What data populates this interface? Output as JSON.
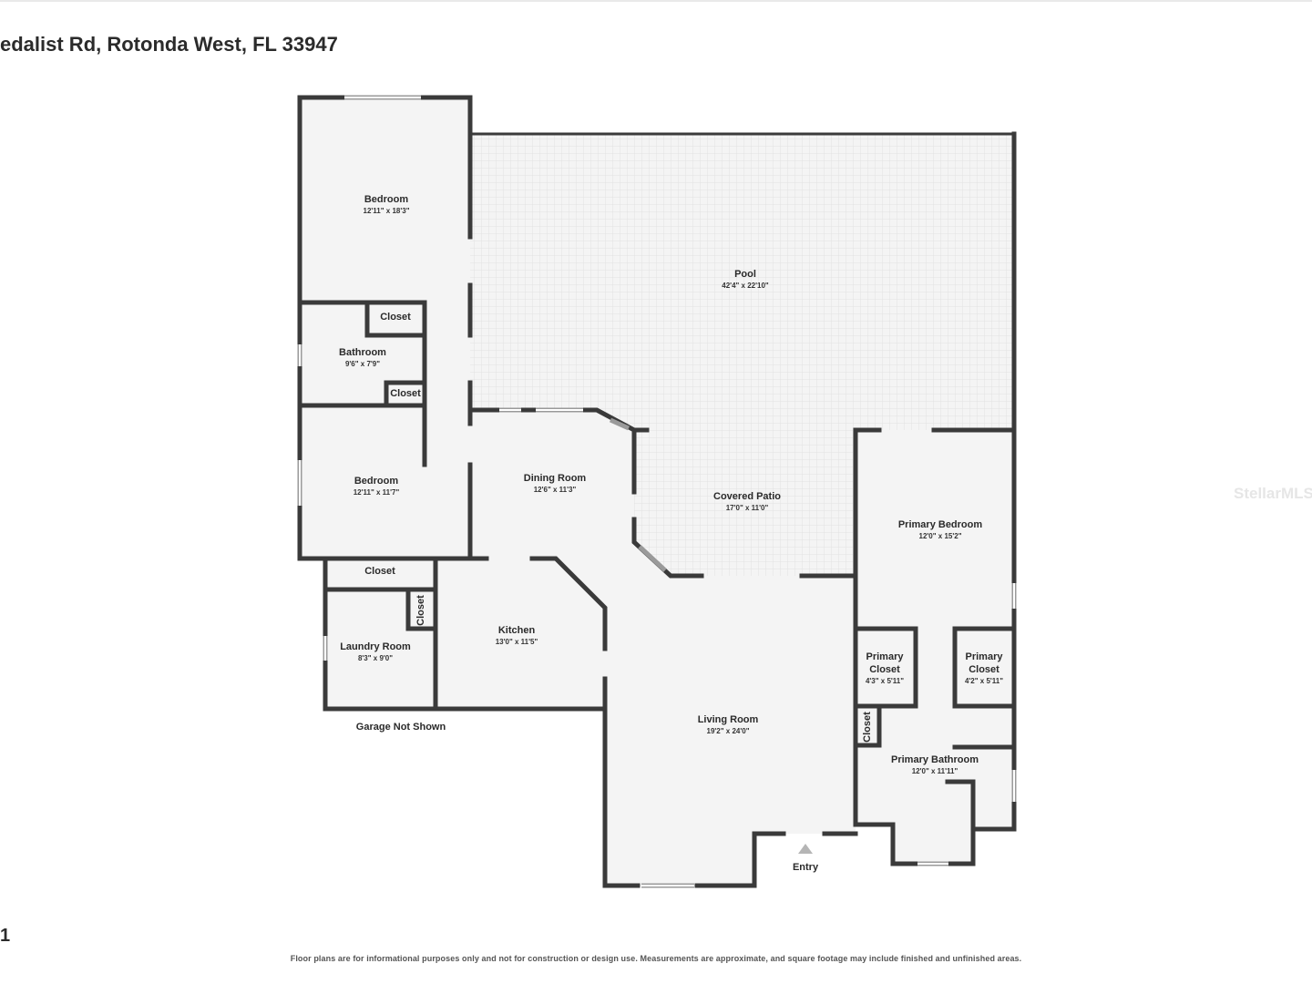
{
  "header": {
    "address": "edalist Rd, Rotonda West, FL 33947"
  },
  "floor_number": "1",
  "watermark": "StellarMLS",
  "footer": {
    "disclaimer": "Floor plans are for informational purposes only and not for construction or design use. Measurements are approximate, and square footage may include finished and unfinished areas."
  },
  "rooms": {
    "bedroom_1": {
      "name": "Bedroom",
      "dims": "12'11\" x 18'3\""
    },
    "closet_1": {
      "name": "Closet"
    },
    "bathroom": {
      "name": "Bathroom",
      "dims": "9'6\" x 7'9\""
    },
    "closet_2": {
      "name": "Closet"
    },
    "bedroom_2": {
      "name": "Bedroom",
      "dims": "12'11\" x 11'7\""
    },
    "closet_3": {
      "name": "Closet"
    },
    "closet_4": {
      "name": "Closet"
    },
    "laundry": {
      "name": "Laundry Room",
      "dims": "8'3\" x 9'0\""
    },
    "garage_note": {
      "name": "Garage Not Shown"
    },
    "pool": {
      "name": "Pool",
      "dims": "42'4\" x 22'10\""
    },
    "dining": {
      "name": "Dining Room",
      "dims": "12'6\" x 11'3\""
    },
    "covered_patio": {
      "name": "Covered Patio",
      "dims": "17'0\" x 11'0\""
    },
    "kitchen": {
      "name": "Kitchen",
      "dims": "13'0\" x 11'5\""
    },
    "living": {
      "name": "Living Room",
      "dims": "19'2\" x 24'0\""
    },
    "entry": {
      "name": "Entry"
    },
    "primary_bedroom": {
      "name": "Primary Bedroom",
      "dims": "12'0\" x 15'2\""
    },
    "primary_closet_left": {
      "name_line1": "Primary",
      "name_line2": "Closet",
      "dims": "4'3\" x 5'11\""
    },
    "primary_closet_right": {
      "name_line1": "Primary",
      "name_line2": "Closet",
      "dims": "4'2\" x 5'11\""
    },
    "closet_5": {
      "name": "Closet"
    },
    "primary_bathroom": {
      "name": "Primary Bathroom",
      "dims": "12'0\" x 11'11\""
    }
  }
}
